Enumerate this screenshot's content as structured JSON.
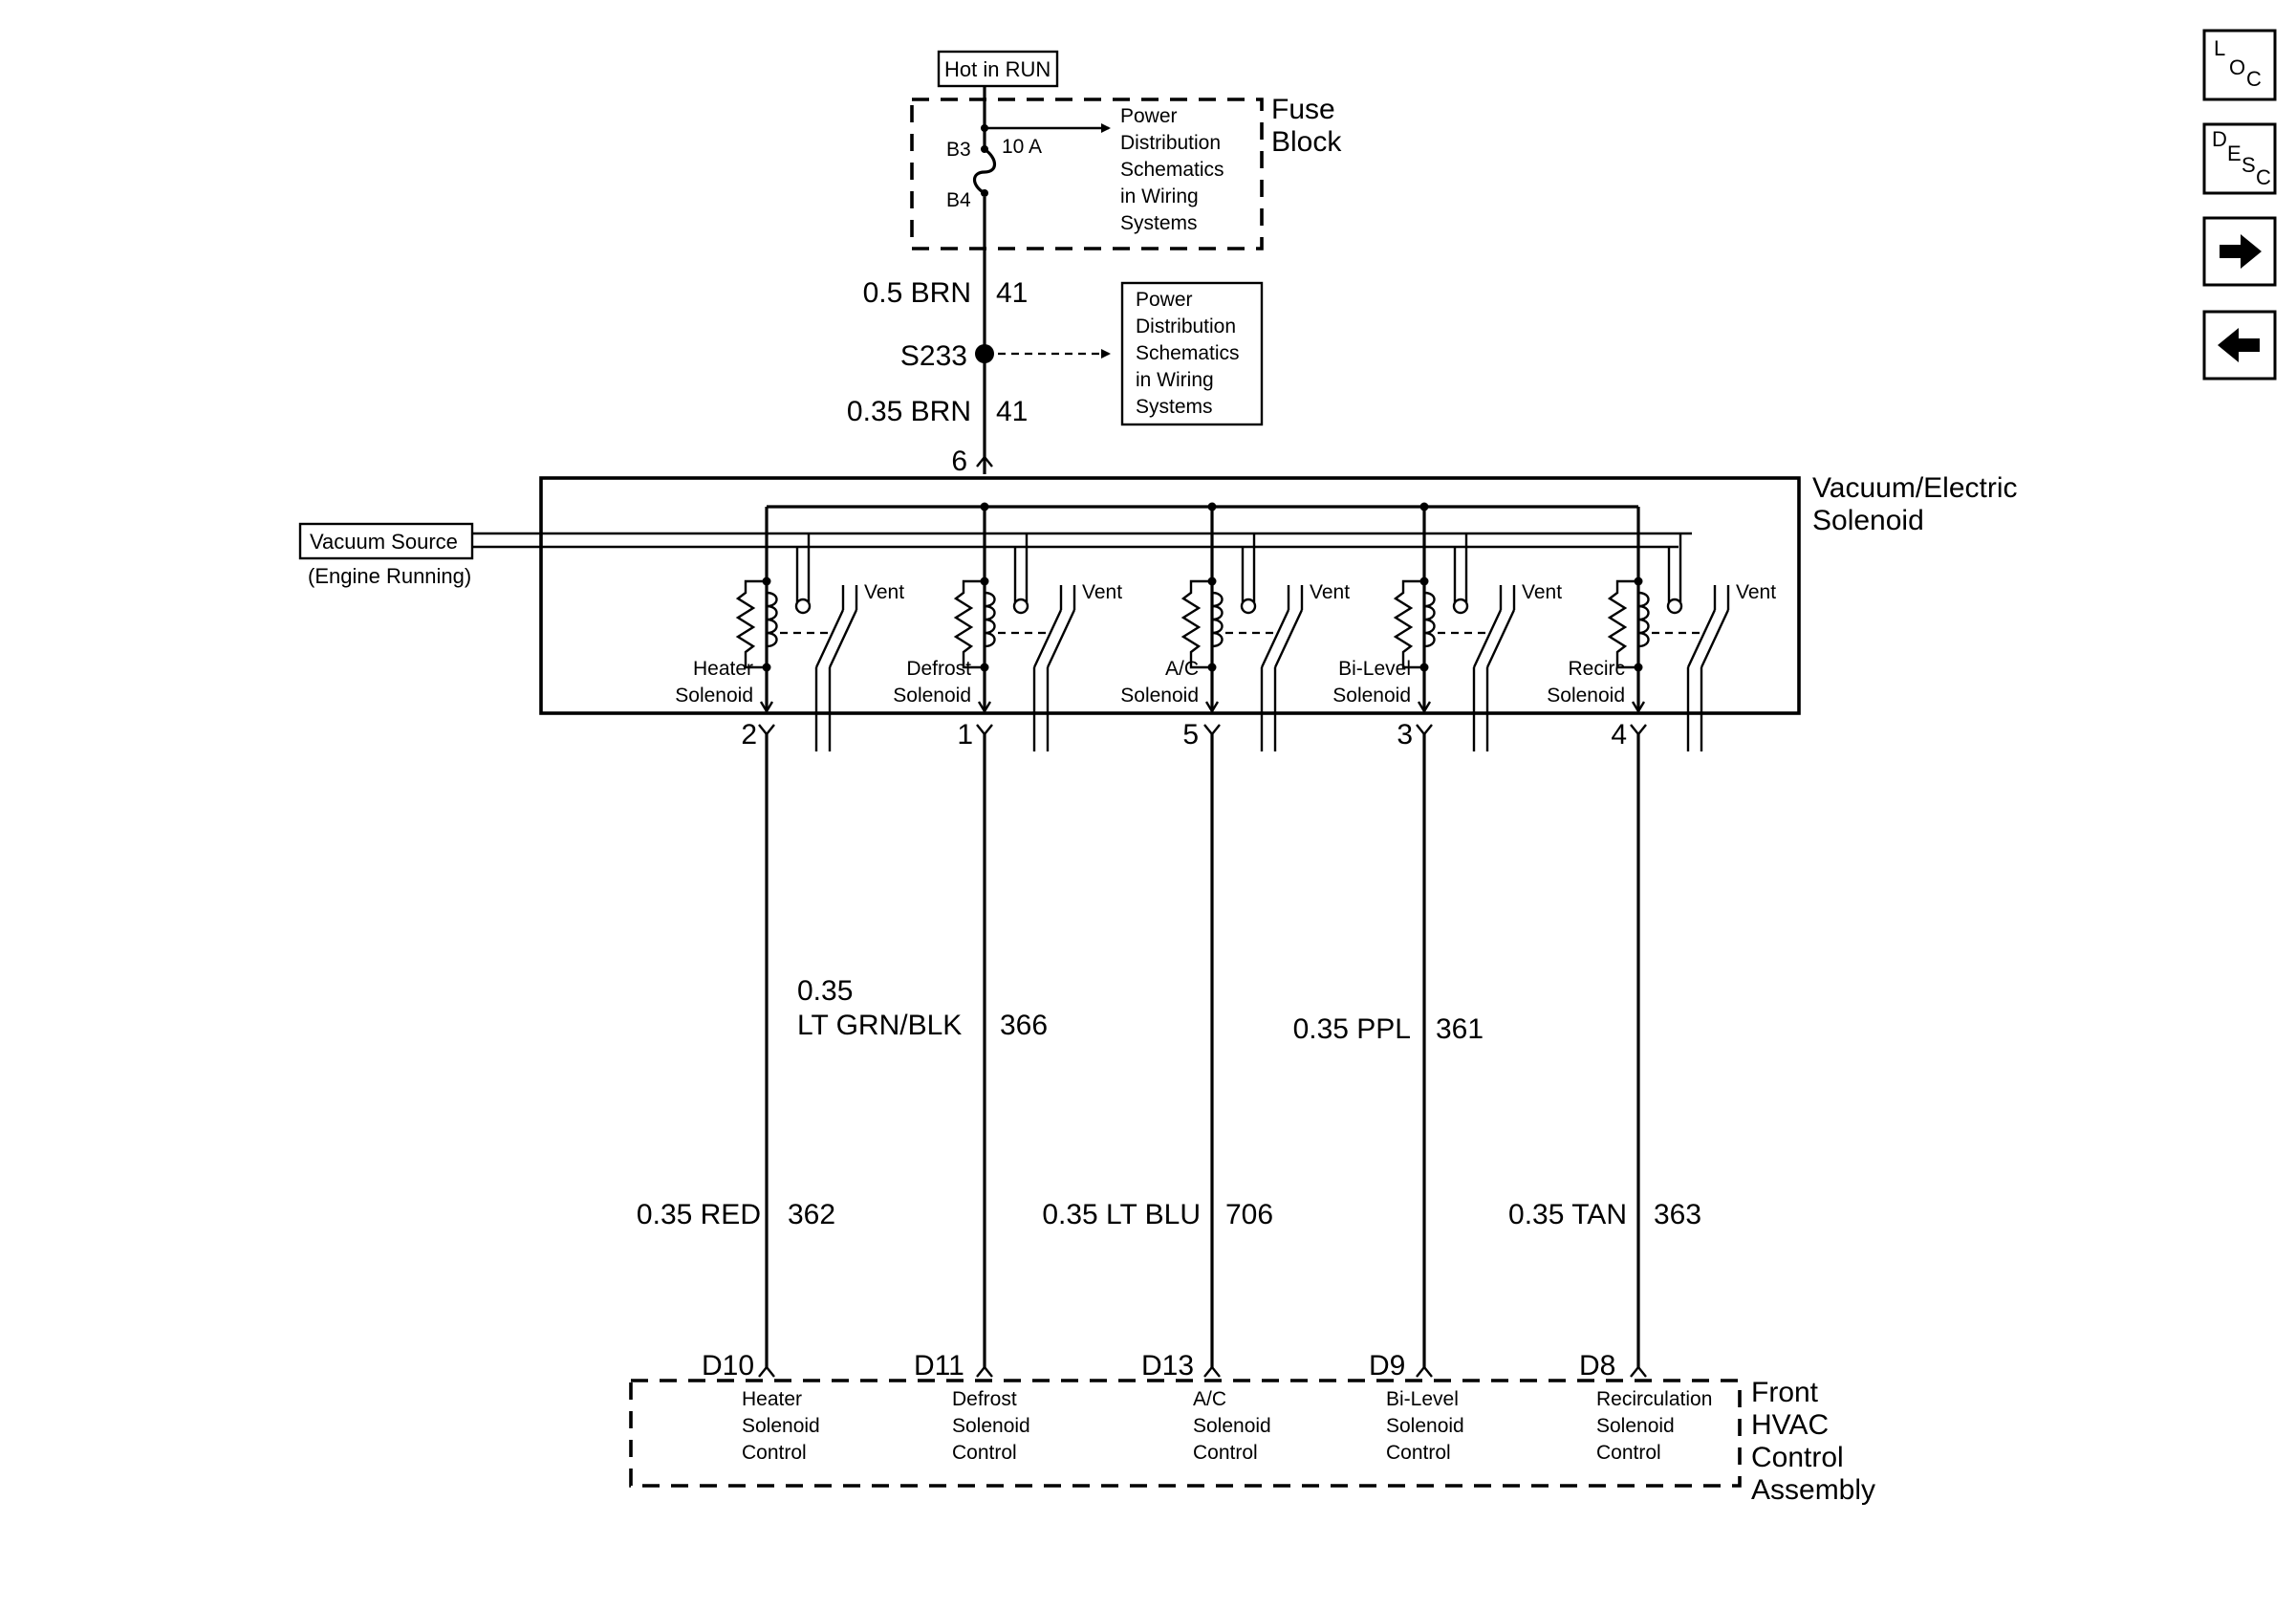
{
  "nav": {
    "loc": {
      "a": "L",
      "b": "O",
      "c": "C"
    },
    "desc": {
      "a": "D",
      "b": "E",
      "c": "S",
      "d": "C"
    },
    "next_icon": "arrow-right-icon",
    "prev_icon": "arrow-left-icon"
  },
  "power": {
    "hot_label": "Hot in RUN",
    "fuse_block": {
      "line1": "Fuse",
      "line2": "Block"
    },
    "fuse_rating": "10 A",
    "fuse_in_pin": "B3",
    "fuse_out_pin": "B4",
    "ref1": [
      "Power",
      "Distribution",
      "Schematics",
      "in Wiring",
      "Systems"
    ],
    "ref2": [
      "Power",
      "Distribution",
      "Schematics",
      "in Wiring",
      "Systems"
    ],
    "wire_upper": {
      "color": "0.5 BRN",
      "circuit": "41"
    },
    "splice": "S233",
    "wire_lower": {
      "color": "0.35 BRN",
      "circuit": "41"
    },
    "feed_pin": "6"
  },
  "solenoid_assembly": {
    "line1": "Vacuum/Electric",
    "line2": "Solenoid",
    "vacuum_source": "Vacuum Source",
    "vacuum_note": "(Engine Running)",
    "vent_label": "Vent",
    "solenoids": [
      {
        "line1": "Heater",
        "line2": "Solenoid",
        "pin": "2"
      },
      {
        "line1": "Defrost",
        "line2": "Solenoid",
        "pin": "1"
      },
      {
        "line1": "A/C",
        "line2": "Solenoid",
        "pin": "5"
      },
      {
        "line1": "Bi-Level",
        "line2": "Solenoid",
        "pin": "3"
      },
      {
        "line1": "Recirc",
        "line2": "Solenoid",
        "pin": "4"
      }
    ]
  },
  "wires": [
    {
      "color": "0.35 RED",
      "circuit": "362"
    },
    {
      "color_line1": "0.35",
      "color_line2": "LT GRN/BLK",
      "circuit": "366"
    },
    {
      "color": "0.35 LT BLU",
      "circuit": "706"
    },
    {
      "color": "0.35 PPL",
      "circuit": "361"
    },
    {
      "color": "0.35 TAN",
      "circuit": "363"
    }
  ],
  "hvac_control": {
    "title": [
      "Front",
      "HVAC",
      "Control",
      "Assembly"
    ],
    "pins": [
      {
        "pin": "D10",
        "lines": [
          "Heater",
          "Solenoid",
          "Control"
        ]
      },
      {
        "pin": "D11",
        "lines": [
          "Defrost",
          "Solenoid",
          "Control"
        ]
      },
      {
        "pin": "D13",
        "lines": [
          "A/C",
          "Solenoid",
          "Control"
        ]
      },
      {
        "pin": "D9",
        "lines": [
          "Bi-Level",
          "Solenoid",
          "Control"
        ]
      },
      {
        "pin": "D8",
        "lines": [
          "Recirculation",
          "Solenoid",
          "Control"
        ]
      }
    ]
  }
}
